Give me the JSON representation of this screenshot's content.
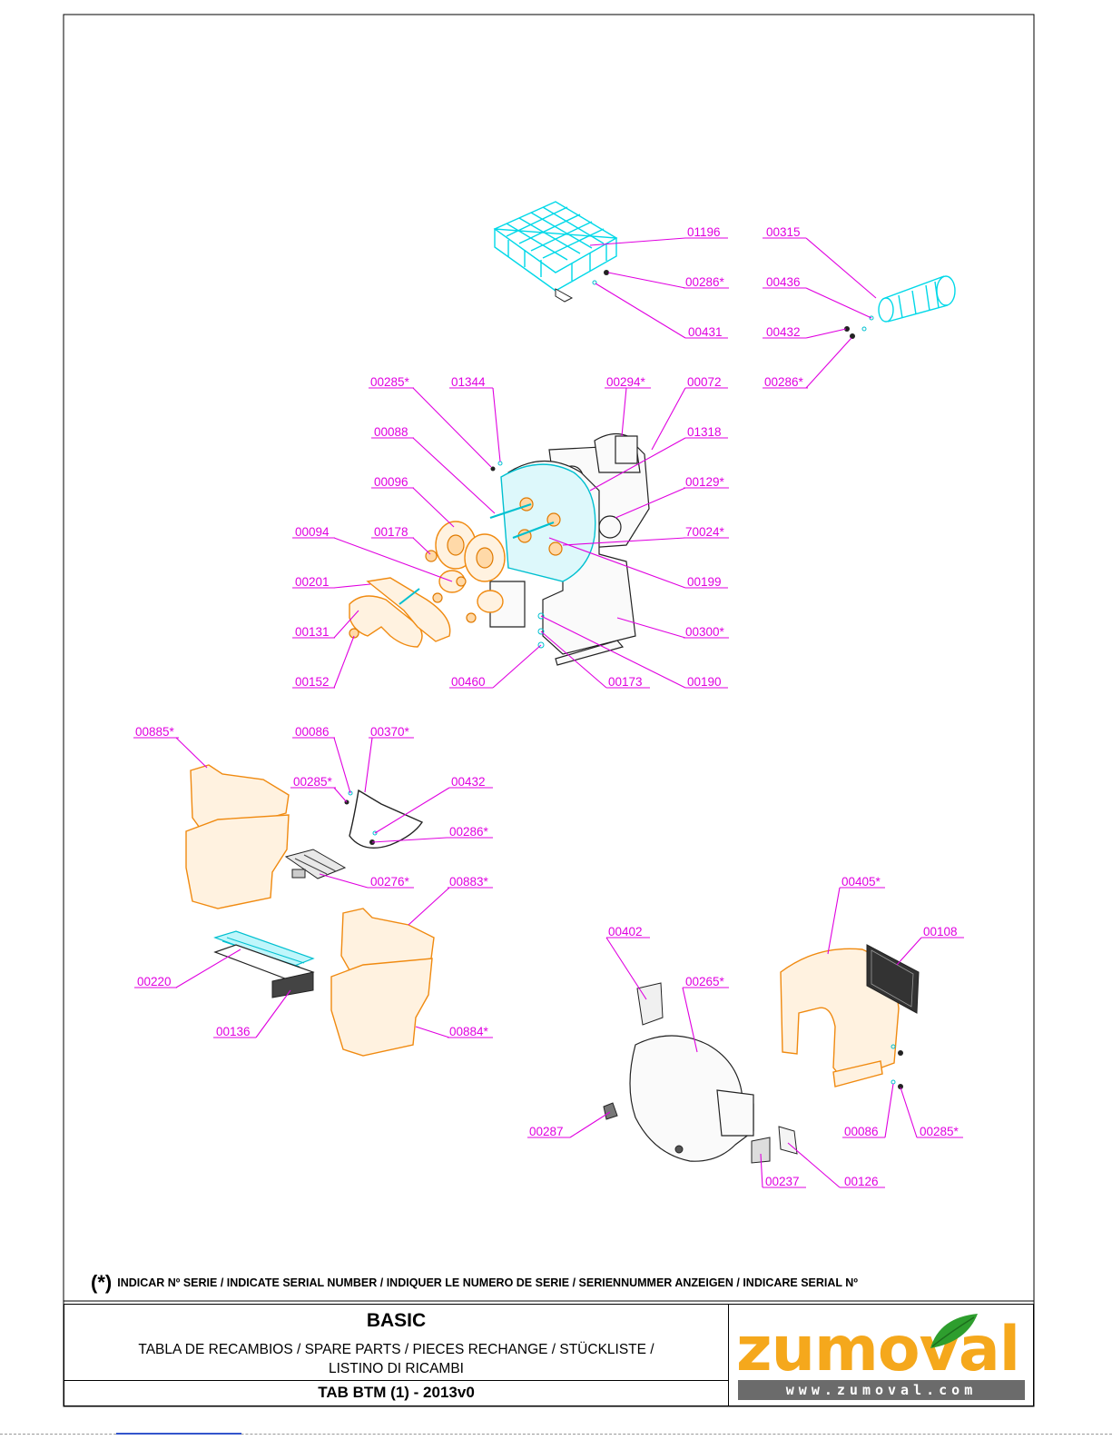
{
  "callouts": [
    {
      "id": "01196"
    },
    {
      "id": "00286*"
    },
    {
      "id": "00431"
    },
    {
      "id": "00315"
    },
    {
      "id": "00436"
    },
    {
      "id": "00432"
    },
    {
      "id": "00286*"
    },
    {
      "id": "00285*"
    },
    {
      "id": "01344"
    },
    {
      "id": "00294*"
    },
    {
      "id": "00072"
    },
    {
      "id": "00088"
    },
    {
      "id": "01318"
    },
    {
      "id": "00096"
    },
    {
      "id": "00129*"
    },
    {
      "id": "00094"
    },
    {
      "id": "00178"
    },
    {
      "id": "70024*"
    },
    {
      "id": "00201"
    },
    {
      "id": "00199"
    },
    {
      "id": "00131"
    },
    {
      "id": "00300*"
    },
    {
      "id": "00152"
    },
    {
      "id": "00460"
    },
    {
      "id": "00173"
    },
    {
      "id": "00190"
    },
    {
      "id": "00885*"
    },
    {
      "id": "00086"
    },
    {
      "id": "00370*"
    },
    {
      "id": "00285*"
    },
    {
      "id": "00432"
    },
    {
      "id": "00286*"
    },
    {
      "id": "00276*"
    },
    {
      "id": "00883*"
    },
    {
      "id": "00220"
    },
    {
      "id": "00136"
    },
    {
      "id": "00884*"
    },
    {
      "id": "00405*"
    },
    {
      "id": "00402"
    },
    {
      "id": "00108"
    },
    {
      "id": "00265*"
    },
    {
      "id": "00287"
    },
    {
      "id": "00086"
    },
    {
      "id": "00285*"
    },
    {
      "id": "00237"
    },
    {
      "id": "00126"
    }
  ],
  "footnote": {
    "symbol": "(*)",
    "text": "INDICAR Nº SERIE / INDICATE SERIAL NUMBER / INDIQUER LE NUMERO DE SERIE / SERIENNUMMER ANZEIGEN / INDICARE SERIAL Nº"
  },
  "title_block": {
    "title": "BASIC",
    "subtitle_line1": "TABLA DE RECAMBIOS / SPARE PARTS / PIECES RECHANGE / STÜCKLISTE /",
    "subtitle_line2": "LISTINO DI RICAMBI",
    "code": "TAB BTM (1) - 2013v0"
  },
  "logo": {
    "wordmark": "zumoval",
    "url": "www.zumoval.com"
  },
  "colors": {
    "callout": "#e000e0",
    "part_cyan": "#00d8e8",
    "part_orange": "#f08a10",
    "logo_orange": "#f5a81c",
    "logo_green": "#2e9e2e"
  }
}
